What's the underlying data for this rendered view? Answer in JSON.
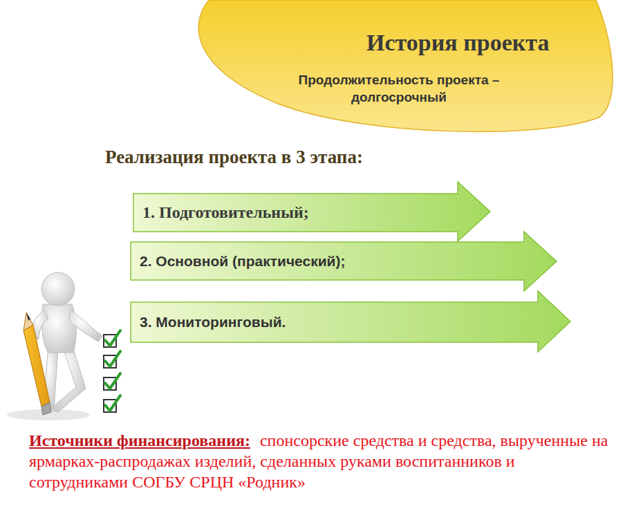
{
  "diagram": {
    "nodes": [
      {
        "text": [
          "История проекта",
          "Продолжительность проекта – долгосрочный"
        ]
      },
      {
        "text": [
          "1. Подготовительный;"
        ]
      },
      {
        "text": [
          "2. Основной (практический);"
        ]
      },
      {
        "text": [
          "3. Мониторинговый."
        ]
      }
    ],
    "labels": [
      "Реализация проекта в 3 этапа:",
      "Источники финансирования:",
      "спонсорские средства и средства, вырученные на ярмарках-распродажах изделий, сделанных руками воспитанников и сотрудниками СОГБУ СРЦН «Родник»"
    ]
  }
}
